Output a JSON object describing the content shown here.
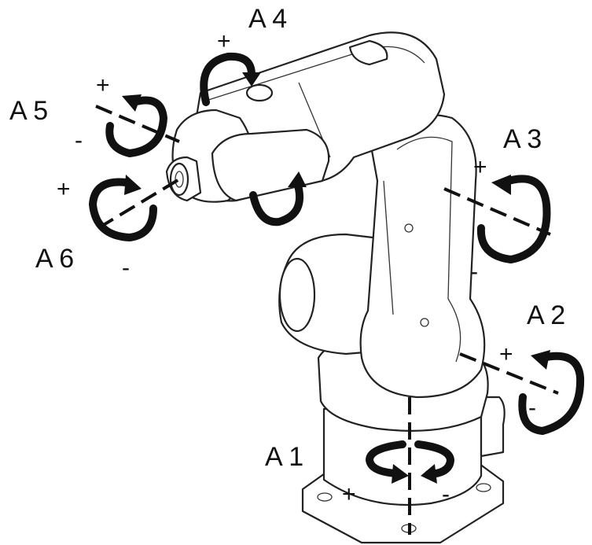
{
  "axes": [
    {
      "label": "A 1",
      "plus": "+",
      "minus": "-"
    },
    {
      "label": "A 2",
      "plus": "+",
      "minus": "-"
    },
    {
      "label": "A 3",
      "plus": "+",
      "minus": "-"
    },
    {
      "label": "A 4",
      "plus": "+",
      "minus": ""
    },
    {
      "label": "A 5",
      "plus": "+",
      "minus": "-"
    },
    {
      "label": "A 6",
      "plus": "+",
      "minus": "-"
    }
  ]
}
